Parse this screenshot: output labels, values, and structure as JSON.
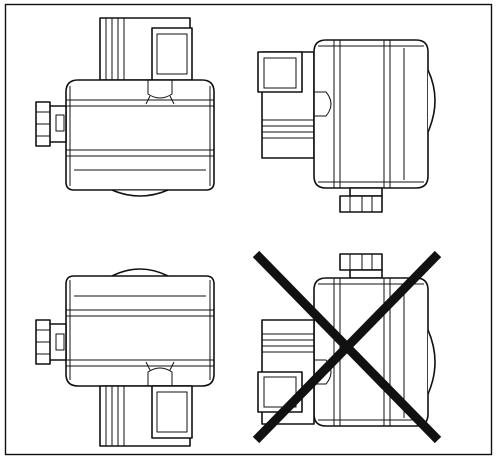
{
  "figure": {
    "kind": "mounting-orientation-diagram",
    "views": [
      {
        "id": "view-1",
        "orientation": "vertical-up",
        "allowed": true
      },
      {
        "id": "view-2",
        "orientation": "horizontal",
        "allowed": true
      },
      {
        "id": "view-3",
        "orientation": "vertical-down",
        "allowed": true
      },
      {
        "id": "view-4",
        "orientation": "horizontal-inverted",
        "allowed": false
      }
    ],
    "colors": {
      "line": "#111111",
      "background": "#ffffff",
      "cross": "#111111"
    }
  }
}
